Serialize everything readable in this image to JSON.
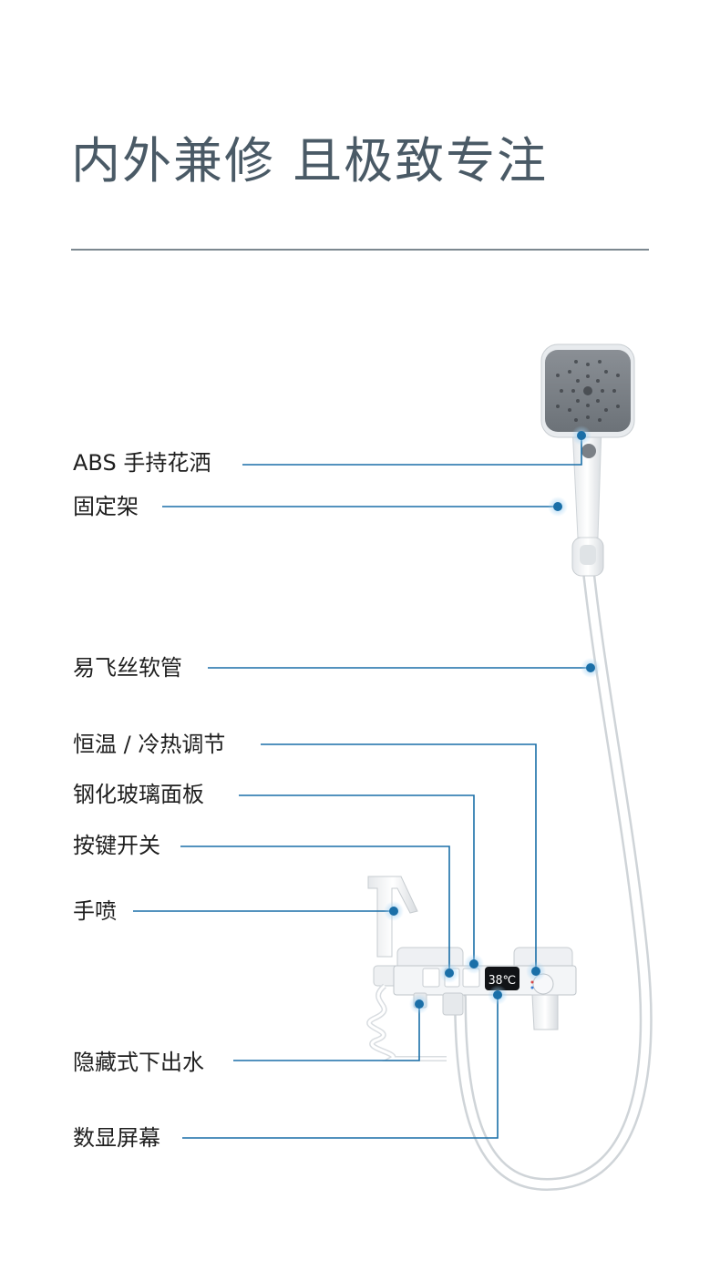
{
  "header": {
    "title": "内外兼修 且极致专注"
  },
  "callouts": [
    {
      "id": "shower-head",
      "label": "ABS 手持花洒"
    },
    {
      "id": "holder",
      "label": "固定架"
    },
    {
      "id": "hose",
      "label": "易飞丝软管"
    },
    {
      "id": "thermostat",
      "label": "恒温 / 冷热调节"
    },
    {
      "id": "glass-panel",
      "label": "钢化玻璃面板"
    },
    {
      "id": "buttons",
      "label": "按键开关"
    },
    {
      "id": "hand-sprayer",
      "label": "手喷"
    },
    {
      "id": "hidden-outlet",
      "label": "隐藏式下出水"
    },
    {
      "id": "display",
      "label": "数显屏幕"
    }
  ],
  "display": {
    "temperature": "38℃"
  },
  "colors": {
    "callout_line": "#1a6fa8",
    "title": "#4a5a66",
    "dot": "#1a6fa8"
  }
}
